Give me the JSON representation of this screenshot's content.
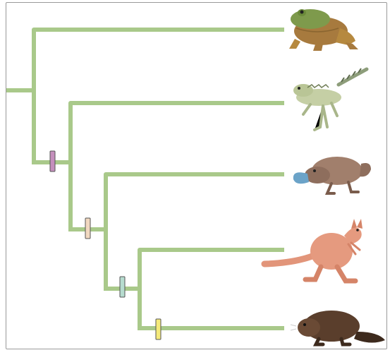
{
  "diagram": {
    "type": "cladogram",
    "branch_color": "#a9c98a",
    "taxa": [
      {
        "name": "frog",
        "icon": "frog-icon"
      },
      {
        "name": "lizard",
        "icon": "lizard-icon"
      },
      {
        "name": "platypus",
        "icon": "platypus-icon"
      },
      {
        "name": "kangaroo",
        "icon": "kangaroo-icon"
      },
      {
        "name": "beaver",
        "icon": "beaver-icon"
      }
    ],
    "character_markers": [
      {
        "id": "marker-1",
        "color": "#c58fbd"
      },
      {
        "id": "marker-2",
        "color": "#f1d8c0"
      },
      {
        "id": "marker-3",
        "color": "#b6dccf"
      },
      {
        "id": "marker-4",
        "color": "#f5ea7a"
      }
    ]
  }
}
